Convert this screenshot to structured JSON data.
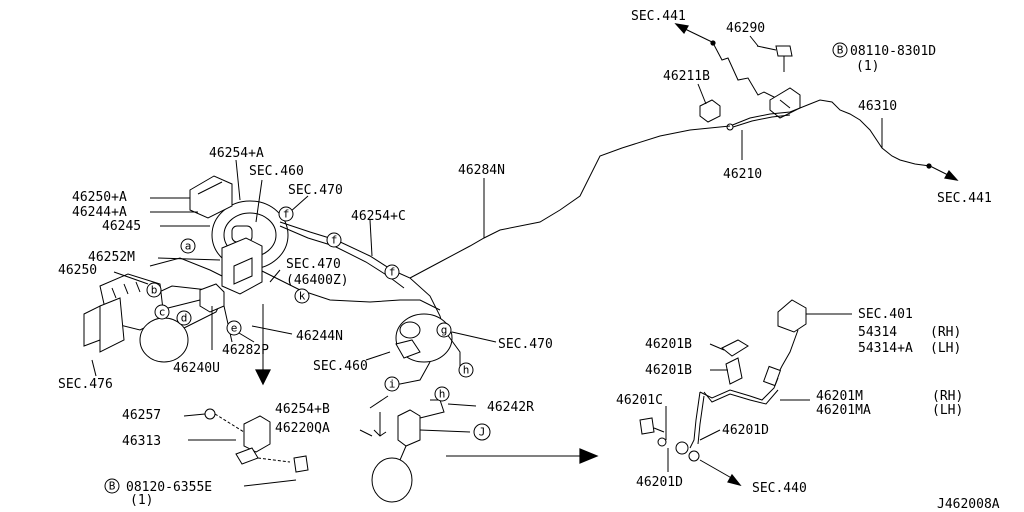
{
  "diagram_id": "J462008A",
  "labels": {
    "sec441_top": "SEC.441",
    "p46290": "46290",
    "b_bolt_top": "08110-8301D",
    "b_bolt_top_qty": "(1)",
    "p46211b": "46211B",
    "p46310": "46310",
    "p46210": "46210",
    "sec441_right": "SEC.441",
    "p46284n": "46284N",
    "p46254a": "46254+A",
    "sec460_a": "SEC.460",
    "sec470_a": "SEC.470",
    "p46250a": "46250+A",
    "p46244a": "46244+A",
    "p46245": "46245",
    "p46254c": "46254+C",
    "p46252m": "46252M",
    "sec470_b": "SEC.470",
    "p46400z": "(46400Z)",
    "p46250": "46250",
    "p46244n": "46244N",
    "p46282p": "46282P",
    "sec460_b": "SEC.460",
    "sec470_c": "SEC.470",
    "p46240u": "46240U",
    "sec476": "SEC.476",
    "p46257": "46257",
    "p46313": "46313",
    "b_bolt_bot": "08120-6355E",
    "b_bolt_bot_qty": "(1)",
    "p46254b": "46254+B",
    "p46220qa": "46220QA",
    "p46242r": "46242R",
    "sec401": "SEC.401",
    "p54314": "54314",
    "p54314a": "54314+A",
    "rh": "(RH)",
    "lh": "(LH)",
    "p46201b_1": "46201B",
    "p46201b_2": "46201B",
    "p46201m": "46201M",
    "p46201ma": "46201MA",
    "p46201c": "46201C",
    "p46201d_1": "46201D",
    "p46201d_2": "46201D",
    "sec440": "SEC.440",
    "bolt_marker": "B"
  },
  "callouts": [
    "a",
    "b",
    "c",
    "d",
    "e",
    "f",
    "g",
    "h",
    "i",
    "k",
    "J"
  ]
}
